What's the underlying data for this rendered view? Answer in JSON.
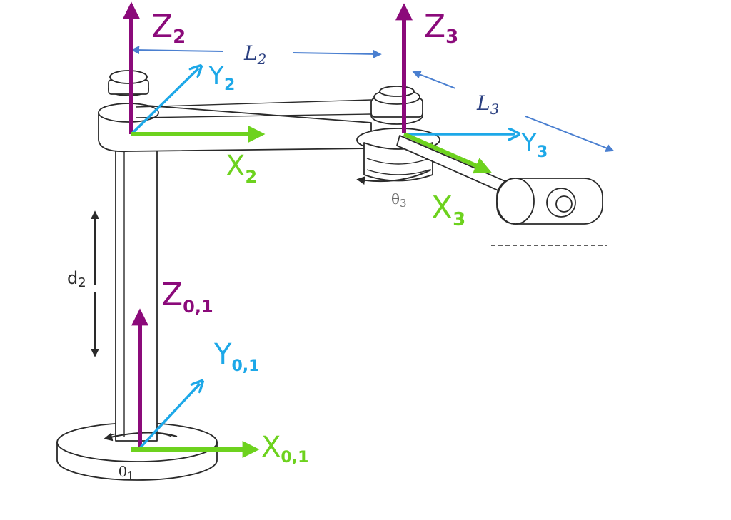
{
  "colors": {
    "z_axis": "#8b0a7a",
    "y_axis": "#1da8e8",
    "x_axis": "#6dd21e",
    "dimension": "#4a7fd0",
    "outline": "#2a2a2a"
  },
  "frames": {
    "frame2": {
      "z_label": "Z",
      "z_sub": "2",
      "y_label": "Y",
      "y_sub": "2",
      "x_label": "X",
      "x_sub": "2"
    },
    "frame3": {
      "z_label": "Z",
      "z_sub": "3",
      "y_label": "Y",
      "y_sub": "3",
      "x_label": "X",
      "x_sub": "3"
    },
    "frame01": {
      "z_label": "Z",
      "z_sub": "0,1",
      "y_label": "Y",
      "y_sub": "0,1",
      "x_label": "X",
      "x_sub": "0,1"
    }
  },
  "dimensions": {
    "l2": {
      "label": "L",
      "sub": "2"
    },
    "l3": {
      "label": "L",
      "sub": "3"
    },
    "d2": {
      "label": "d",
      "sub": "2"
    }
  },
  "joint_angles": {
    "theta1": {
      "label": "θ",
      "sub": "1"
    },
    "theta3": {
      "label": "θ",
      "sub": "3"
    }
  }
}
